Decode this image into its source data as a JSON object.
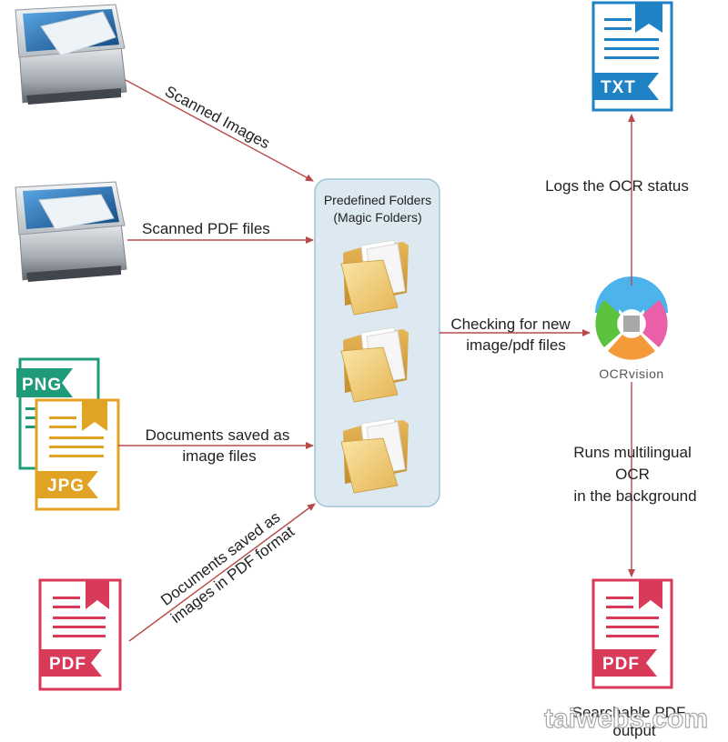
{
  "colors": {
    "arrow": "#b84a4a",
    "folder_box_fill": "#dce9f0",
    "folder_box_stroke": "#9fc3d6",
    "png_green": "#1f9b7a",
    "jpg_gold": "#e0a324",
    "pdf_red": "#d93a5a",
    "txt_blue": "#1e82c4",
    "ocr_blue": "#4cb4ea",
    "ocr_green": "#5cc23e",
    "ocr_pink": "#ea5fa8",
    "ocr_orange": "#f59a3a"
  },
  "inputs": {
    "scanner1_edge": "Scanned Images",
    "scanner2_edge": "Scanned PDF files",
    "image_edge_line1": "Documents saved as",
    "image_edge_line2": "image files",
    "pdf_edge_line1": "Documents saved as",
    "pdf_edge_line2": "images in PDF format",
    "png_tag": "PNG",
    "jpg_tag": "JPG",
    "pdf_tag": "PDF"
  },
  "folders": {
    "title_line1": "Predefined Folders",
    "title_line2": "(Magic Folders)"
  },
  "checking": {
    "line1": "Checking for new",
    "line2": "image/pdf files"
  },
  "ocrvision": {
    "name": "OCRvision"
  },
  "logs": {
    "label": "Logs the OCR status",
    "txt_tag": "TXT"
  },
  "runs": {
    "line1": "Runs multilingual",
    "line2": "OCR",
    "line3": "in the background"
  },
  "output": {
    "pdf_tag": "PDF",
    "line1": "Searchable PDF",
    "line2": "output"
  },
  "watermark": "taiwebs.com"
}
